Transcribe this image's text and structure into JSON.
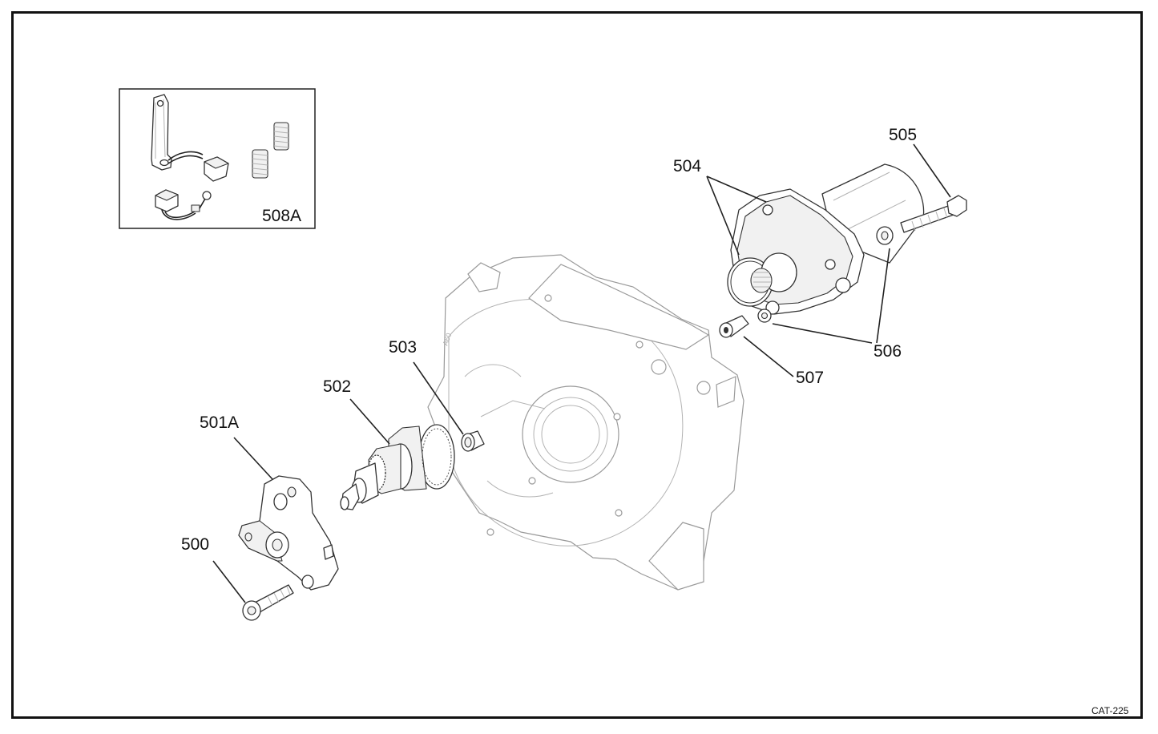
{
  "drawing": {
    "reference": "CAT-225",
    "callouts": {
      "c500": "500",
      "c501a": "501A",
      "c502": "502",
      "c503": "503",
      "c504": "504",
      "c505": "505",
      "c506": "506",
      "c507": "507",
      "c508a": "508A"
    }
  }
}
